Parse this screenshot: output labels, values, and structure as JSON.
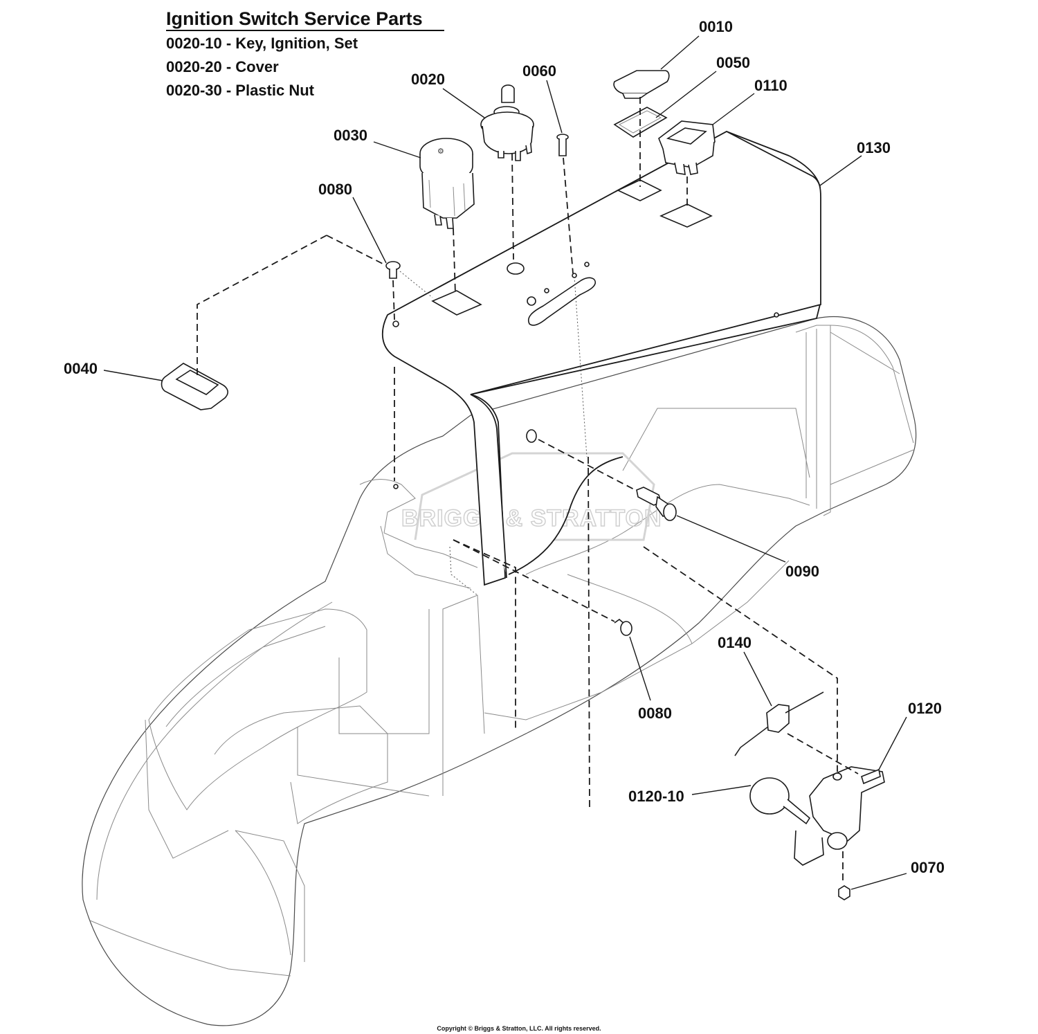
{
  "header": {
    "title": "Ignition Switch Service Parts",
    "lines": [
      "0020-10 - Key, Ignition, Set",
      "0020-20 - Cover",
      "0020-30 - Plastic Nut"
    ]
  },
  "watermark": "BRIGGS & STRATTON",
  "footer": {
    "copyright": "Copyright © Briggs & Stratton, LLC. All rights reserved."
  },
  "callouts": {
    "c0010": "0010",
    "c0050": "0050",
    "c0110": "0110",
    "c0020": "0020",
    "c0060": "0060",
    "c0030": "0030",
    "c0130": "0130",
    "c0080a": "0080",
    "c0040": "0040",
    "c0090": "0090",
    "c0080b": "0080",
    "c0140": "0140",
    "c0120": "0120",
    "c012010": "0120-10",
    "c0070": "0070"
  }
}
